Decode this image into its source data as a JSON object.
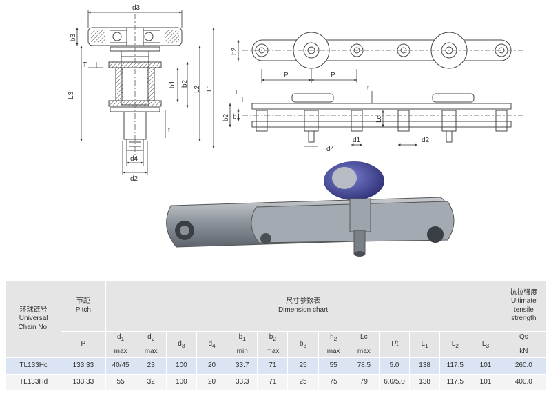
{
  "colors": {
    "line": "#444444",
    "dim": "#333333",
    "accent": "#3d3f8f",
    "metal": "#9aa0a8",
    "header_bg": "#e5e5e5",
    "row_highlight": "#dbe4f3",
    "row_plain": "#f4f4f4"
  },
  "side_view": {
    "labels": {
      "d3": "d3",
      "b3": "b3",
      "T": "T",
      "L3": "L3",
      "b1": "b1",
      "b2": "b2",
      "L2": "L2",
      "L1": "L1",
      "t": "t",
      "d4": "d4",
      "d2": "d2"
    }
  },
  "top_view": {
    "labels": {
      "h2": "h2",
      "P1": "P",
      "P2": "P",
      "T": "T",
      "t": "t",
      "b2": "b2",
      "b1": "b1",
      "Lc": "Lc",
      "d4": "d4",
      "d1": "d1",
      "d2": "d2"
    }
  },
  "table": {
    "model_header": {
      "cn": "环球链号",
      "en1": "Universal",
      "en2": "Chain No."
    },
    "pitch_header": {
      "cn": "节距",
      "en": "Pitch"
    },
    "dimension_header": {
      "cn": "尺寸参数表",
      "en": "Dimension chart"
    },
    "strength_header": {
      "cn": "抗拉强度",
      "en1": "Ultimate",
      "en2": "tensile",
      "en3": "strength"
    },
    "columns": [
      {
        "sym": "P",
        "sub": "",
        "note": ""
      },
      {
        "sym": "d",
        "sub": "1",
        "note": "max"
      },
      {
        "sym": "d",
        "sub": "2",
        "note": "max"
      },
      {
        "sym": "d",
        "sub": "3",
        "note": ""
      },
      {
        "sym": "d",
        "sub": "4",
        "note": ""
      },
      {
        "sym": "b",
        "sub": "1",
        "note": "min"
      },
      {
        "sym": "b",
        "sub": "2",
        "note": "max"
      },
      {
        "sym": "b",
        "sub": "3",
        "note": ""
      },
      {
        "sym": "h",
        "sub": "2",
        "note": "max"
      },
      {
        "sym": "Lc",
        "sub": "",
        "note": "max"
      },
      {
        "sym": "T/t",
        "sub": "",
        "note": ""
      },
      {
        "sym": "L",
        "sub": "1",
        "note": ""
      },
      {
        "sym": "L",
        "sub": "2",
        "note": ""
      },
      {
        "sym": "L",
        "sub": "3",
        "note": ""
      },
      {
        "sym": "Qs",
        "sub": "",
        "note": "kN"
      }
    ],
    "rows": [
      {
        "model": "TL133Hc",
        "values": [
          "133.33",
          "40/45",
          "23",
          "100",
          "20",
          "33.7",
          "71",
          "25",
          "55",
          "78.5",
          "5.0",
          "138",
          "117.5",
          "101",
          "260.0"
        ]
      },
      {
        "model": "TL133Hd",
        "values": [
          "133.33",
          "55",
          "32",
          "100",
          "20",
          "33.3",
          "71",
          "25",
          "75",
          "79",
          "6.0/5.0",
          "138",
          "117.5",
          "101",
          "400.0"
        ]
      }
    ]
  }
}
